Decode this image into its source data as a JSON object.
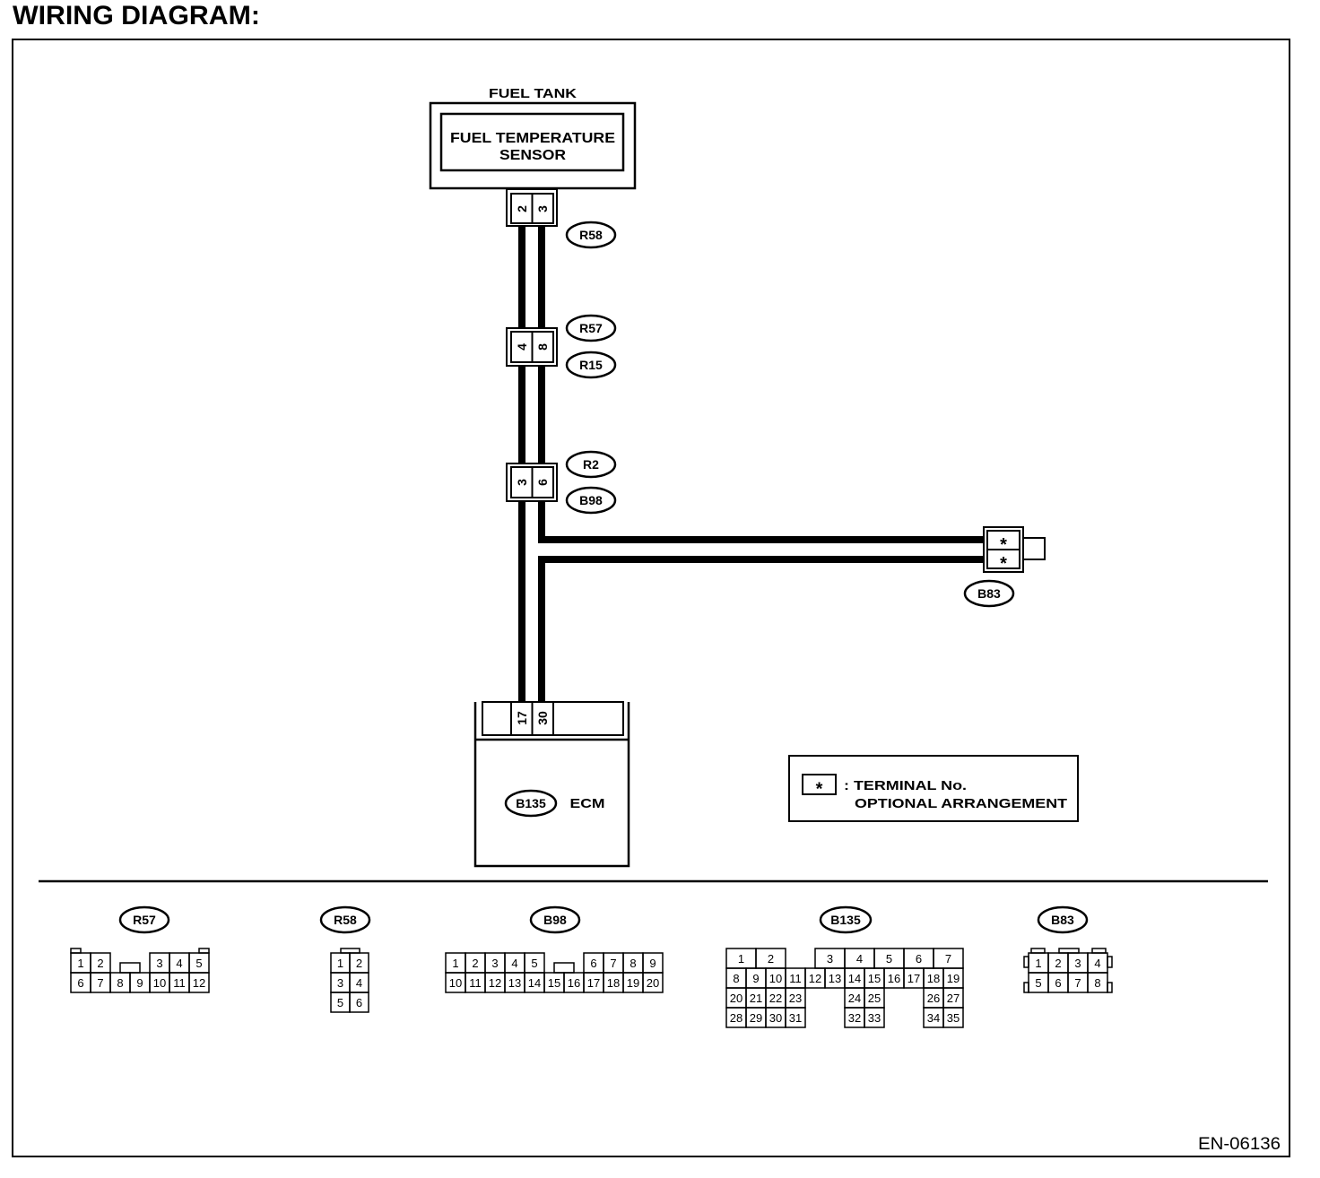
{
  "title": "WIRING DIAGRAM:",
  "sensor": {
    "location": "FUEL TANK",
    "name_line1": "FUEL TEMPERATURE",
    "name_line2": "SENSOR"
  },
  "harness": {
    "r58": {
      "label": "R58",
      "terminals": [
        "2",
        "3"
      ]
    },
    "r57_r15": {
      "labels": [
        "R57",
        "R15"
      ],
      "terminals": [
        "4",
        "8"
      ]
    },
    "r2_b98": {
      "labels": [
        "R2",
        "B98"
      ],
      "terminals": [
        "3",
        "6"
      ]
    },
    "b83": {
      "label": "B83",
      "terminals": [
        "*",
        "*"
      ]
    },
    "ecm": {
      "connector_label": "B135",
      "name": "ECM",
      "terminals": [
        "17",
        "30"
      ]
    }
  },
  "legend": {
    "symbol": "*",
    "line1": ": TERMINAL No.",
    "line2": "OPTIONAL ARRANGEMENT"
  },
  "connector_views": [
    {
      "label": "R57",
      "pins": [
        "1",
        "2",
        "3",
        "4",
        "5",
        "6",
        "7",
        "8",
        "9",
        "10",
        "11",
        "12"
      ]
    },
    {
      "label": "R58",
      "pins": [
        "1",
        "2",
        "3",
        "4",
        "5",
        "6"
      ]
    },
    {
      "label": "B98",
      "pins": [
        "1",
        "2",
        "3",
        "4",
        "5",
        "6",
        "7",
        "8",
        "9",
        "10",
        "11",
        "12",
        "13",
        "14",
        "15",
        "16",
        "17",
        "18",
        "19",
        "20"
      ]
    },
    {
      "label": "B135",
      "pins": [
        "1",
        "2",
        "3",
        "4",
        "5",
        "6",
        "7",
        "8",
        "9",
        "10",
        "11",
        "12",
        "13",
        "14",
        "15",
        "16",
        "17",
        "18",
        "19",
        "20",
        "21",
        "22",
        "23",
        "24",
        "25",
        "26",
        "27",
        "28",
        "29",
        "30",
        "31",
        "32",
        "33",
        "34",
        "35"
      ]
    },
    {
      "label": "B83",
      "pins": [
        "1",
        "2",
        "3",
        "4",
        "5",
        "6",
        "7",
        "8"
      ]
    }
  ],
  "document_code": "EN-06136"
}
